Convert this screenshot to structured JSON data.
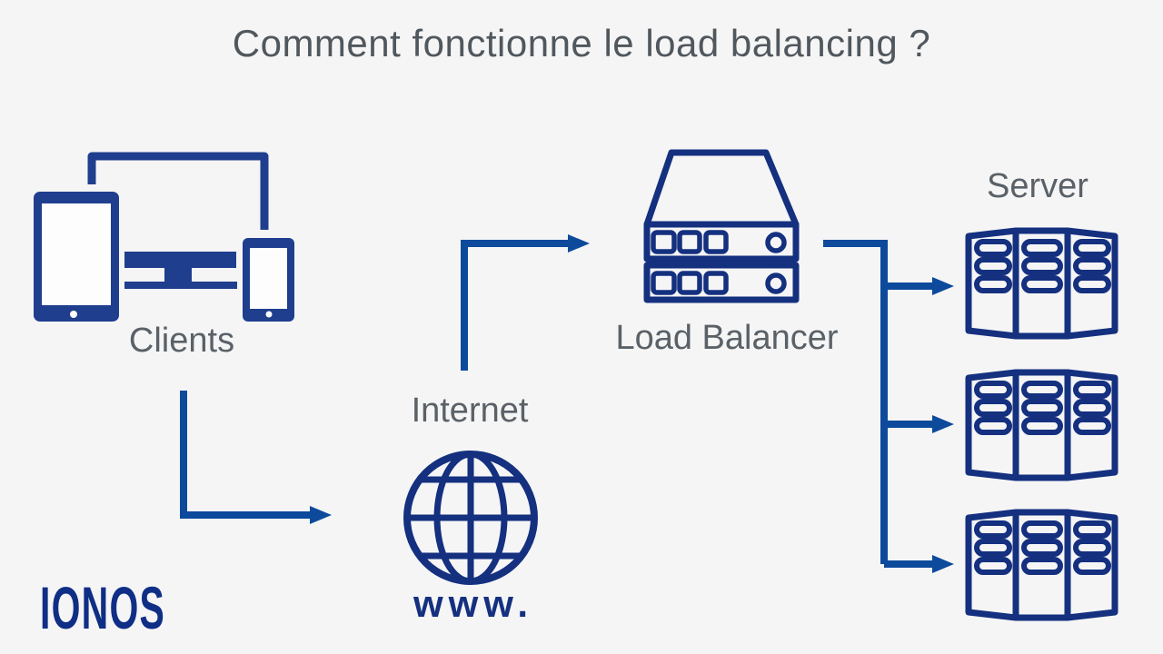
{
  "title": "Comment fonctionne le load balancing ?",
  "colors": {
    "background": "#f5f5f6",
    "icon_navy": "#14307f",
    "device_blue": "#1f3e8e",
    "arrow_blue": "#0d4a9c",
    "title_gray": "#50575d",
    "label_gray": "#5a6167",
    "logo_navy": "#0f2e85"
  },
  "nodes": {
    "clients": {
      "label": "Clients",
      "icon": "client-devices-icon"
    },
    "internet": {
      "label": "Internet",
      "icon": "globe-icon",
      "caption": "www."
    },
    "load_balancer": {
      "label": "Load Balancer",
      "icon": "load-balancer-icon"
    },
    "servers": {
      "label": "Server",
      "icon": "server-rack-icon",
      "count": 3
    }
  },
  "edges": [
    {
      "from": "clients",
      "to": "internet"
    },
    {
      "from": "internet",
      "to": "load_balancer"
    },
    {
      "from": "load_balancer",
      "to": "server_1"
    },
    {
      "from": "load_balancer",
      "to": "server_2"
    },
    {
      "from": "load_balancer",
      "to": "server_3"
    }
  ],
  "branding": {
    "logo_text": "IONOS"
  }
}
